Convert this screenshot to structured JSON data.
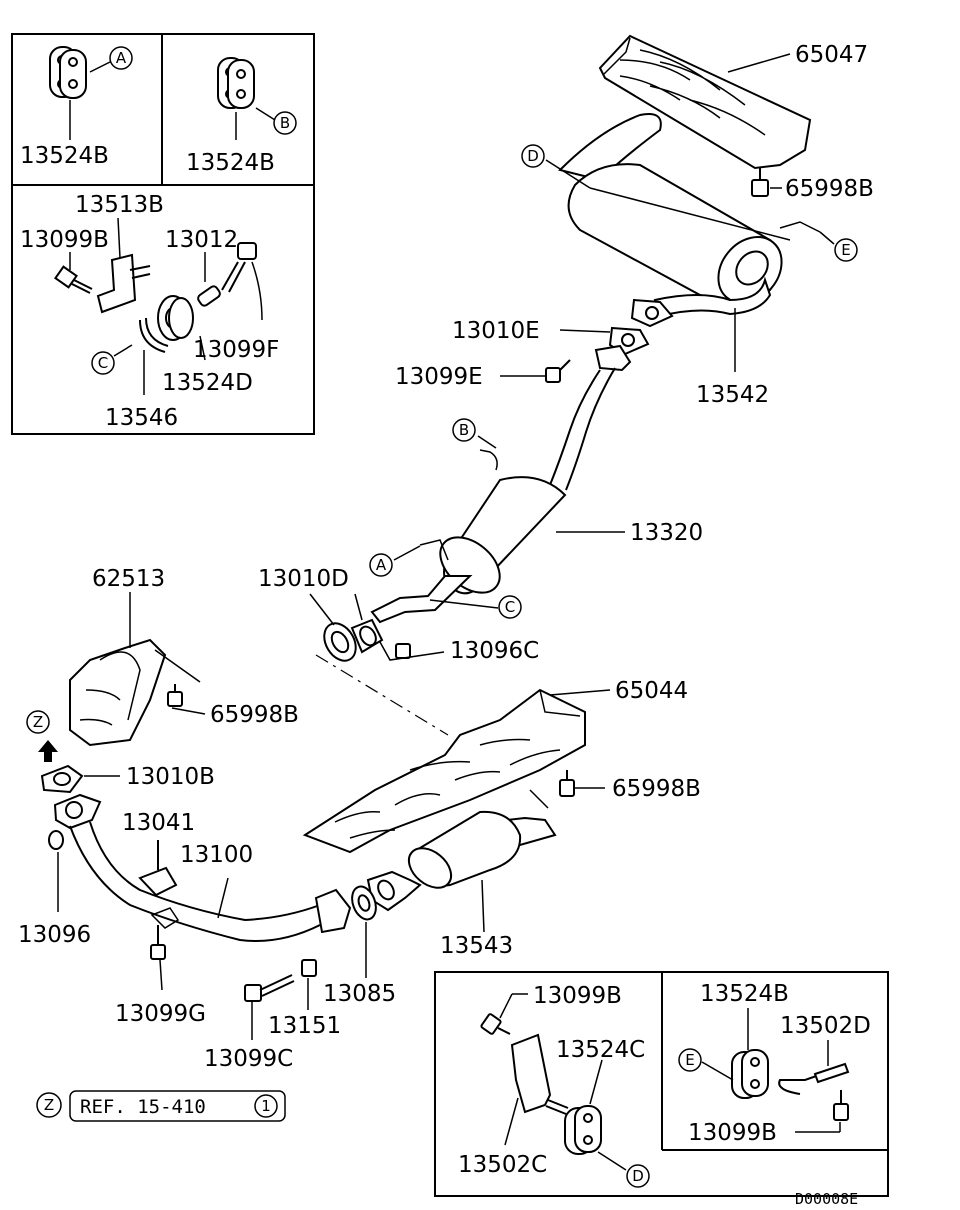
{
  "labels": {
    "p65047": "65047",
    "p65998B_top": "65998B",
    "p13010E": "13010E",
    "p13099E": "13099E",
    "p13542": "13542",
    "p13320": "13320",
    "p13010D": "13010D",
    "p13096C": "13096C",
    "p62513": "62513",
    "p65998B_left": "65998B",
    "p13010B": "13010B",
    "p65044": "65044",
    "p65998B_mid": "65998B",
    "p13041": "13041",
    "p13100": "13100",
    "p13096": "13096",
    "p13099G": "13099G",
    "p13543": "13543",
    "p13085": "13085",
    "p13151": "13151",
    "p13099C": "13099C"
  },
  "inset_a": {
    "label": "13524B",
    "marker": "A"
  },
  "inset_b": {
    "label": "13524B",
    "marker": "B"
  },
  "inset_c": {
    "l13513B": "13513B",
    "l13099B": "13099B",
    "l13012": "13012",
    "l13099F": "13099F",
    "l13524D": "13524D",
    "l13546": "13546",
    "marker": "C"
  },
  "inset_d": {
    "l13099B": "13099B",
    "l13524C": "13524C",
    "l13502C": "13502C",
    "marker": "D"
  },
  "inset_e": {
    "l13524B": "13524B",
    "l13502D": "13502D",
    "l13099B": "13099B",
    "marker": "E"
  },
  "markers": {
    "d_top": "D",
    "e_top": "E",
    "b_mid": "B",
    "a_mid": "A",
    "c_mid": "C",
    "z_left": "Z"
  },
  "reference": {
    "marker": "Z",
    "text": "REF. 15-410",
    "num": "1"
  },
  "drawing_code": "D00008E"
}
